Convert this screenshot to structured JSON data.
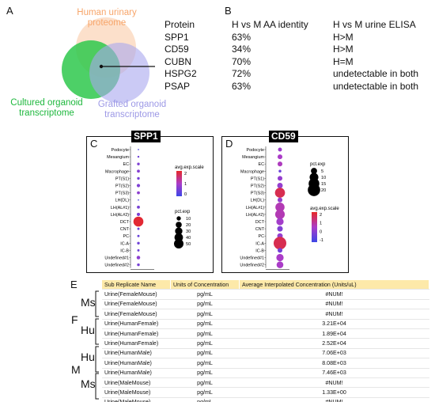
{
  "panels": {
    "A": "A",
    "B": "B",
    "C": "C",
    "D": "D",
    "E": "E"
  },
  "venn": {
    "urinary": [
      "Human urinary",
      "proteome"
    ],
    "cultured": [
      "Cultured organoid",
      "transcriptome"
    ],
    "grafted": [
      "Grafted organoid",
      "transcriptome"
    ],
    "colors": {
      "urinary": "#f7a56a",
      "cultured": "#2ec84c",
      "grafted": "#a9a6ee"
    }
  },
  "tableB": {
    "headers": [
      "Protein",
      "H vs M AA identity",
      "H vs M urine ELISA"
    ],
    "rows": [
      [
        "SPP1",
        "63%",
        "H>M"
      ],
      [
        "CD59",
        "34%",
        "H>M"
      ],
      [
        "CUBN",
        "70%",
        "H=M"
      ],
      [
        "HSPG2",
        "72%",
        "undetectable in both"
      ],
      [
        "PSAP",
        "63%",
        "undetectable in both"
      ]
    ]
  },
  "dotplots": {
    "categories": [
      "Podocyte",
      "Mesangium",
      "EC",
      "Macrophage",
      "PT(S1)",
      "PT(S2)",
      "PT(S3)",
      "LH(DL)",
      "LH(AL#1)",
      "LH(AL#2)",
      "DCT",
      "CNT",
      "PC",
      "IC-A",
      "IC-B",
      "Undefined#1",
      "Undefined#2"
    ],
    "spp1": {
      "title": "SPP1",
      "xlabel": "SPP1",
      "pct": [
        1,
        2,
        4,
        5,
        4,
        6,
        5,
        1,
        5,
        6,
        55,
        3,
        3,
        4,
        3,
        7,
        4
      ],
      "scale": [
        -0.3,
        0.2,
        0.4,
        0.5,
        0.3,
        0.4,
        0.6,
        -0.3,
        0.3,
        0.4,
        2.4,
        0.2,
        0.1,
        0.2,
        0.2,
        0.6,
        0.3
      ],
      "color_title": "avg.exp.scale",
      "color_ticks": [
        "2",
        "1",
        "0"
      ],
      "size_title": "pct.exp",
      "size_ticks": [
        "10",
        "20",
        "30",
        "40",
        "50"
      ]
    },
    "cd59": {
      "title": "CD59",
      "xlabel": "CD59",
      "pct": [
        2,
        3,
        3,
        1,
        3,
        4,
        13,
        3,
        11,
        12,
        7,
        4,
        4,
        21,
        3,
        7,
        6
      ],
      "scale": [
        0.2,
        0.4,
        0.5,
        -0.5,
        0.1,
        0.1,
        1.6,
        0.1,
        0.6,
        0.6,
        0.3,
        -0.2,
        0.1,
        1.6,
        -0.4,
        0.4,
        0.4
      ],
      "color_title": "avg.exp.scale",
      "color_ticks": [
        "2",
        "1",
        "0",
        "-1"
      ],
      "size_title": "pct.exp",
      "size_ticks": [
        "5",
        "10",
        "15",
        "20"
      ]
    }
  },
  "tableE": {
    "headers": [
      "Sub Replicate Name",
      "Units of Concentration",
      "Average Interpolated Concentration (Units/uL)"
    ],
    "rows": [
      [
        "Urine(FemaleMouse)",
        "pg/mL",
        "#NUM!"
      ],
      [
        "Urine(FemaleMouse)",
        "pg/mL",
        "#NUM!"
      ],
      [
        "Urine(FemaleMouse)",
        "pg/mL",
        "#NUM!"
      ],
      [
        "Urine(HumanFemale)",
        "pg/mL",
        "3.21E+04"
      ],
      [
        "Urine(HumanFemale)",
        "pg/mL",
        "1.89E+04"
      ],
      [
        "Urine(HumanFemale)",
        "pg/mL",
        "2.52E+04"
      ],
      [
        "Urine(HumanMale)",
        "pg/mL",
        "7.06E+03"
      ],
      [
        "Urine(HumanMale)",
        "pg/mL",
        "8.08E+03"
      ],
      [
        "Urine(HumanMale)",
        "pg/mL",
        "7.46E+03"
      ],
      [
        "Urine(MaleMouse)",
        "pg/mL",
        "#NUM!"
      ],
      [
        "Urine(MaleMouse)",
        "pg/mL",
        "1.33E+00"
      ],
      [
        "Urine(MaleMouse)",
        "pg/mL",
        "#NUM!"
      ]
    ],
    "groups": {
      "sex1": "F",
      "sex2": "M",
      "ms": "Ms",
      "hu": "Hu"
    }
  }
}
